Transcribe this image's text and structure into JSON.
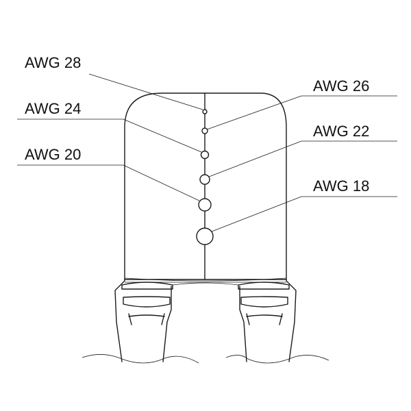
{
  "labels": {
    "awg28": "AWG 28",
    "awg26": "AWG 26",
    "awg24": "AWG 24",
    "awg22": "AWG 22",
    "awg20": "AWG 20",
    "awg18": "AWG 18"
  },
  "colors": {
    "line": "#1a1a1a",
    "text": "#111111",
    "background": "#ffffff"
  }
}
